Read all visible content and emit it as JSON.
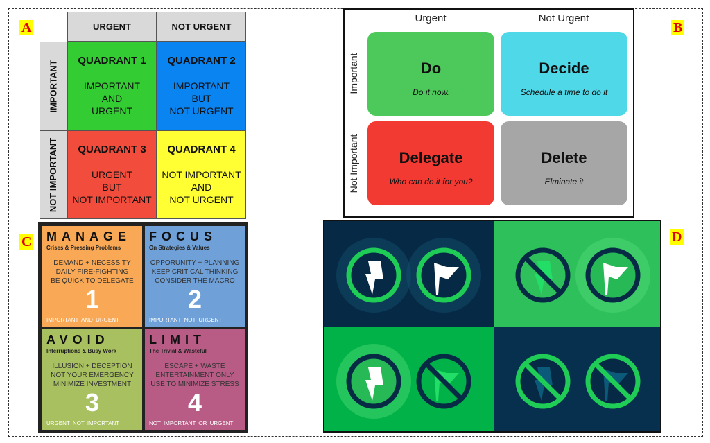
{
  "labels": {
    "a": "A",
    "b": "B",
    "c": "C",
    "d": "D"
  },
  "panel_a": {
    "col_headers": [
      "URGENT",
      "NOT URGENT"
    ],
    "row_headers": [
      "IMPORTANT",
      "NOT IMPORTANT"
    ],
    "quadrants": [
      {
        "title": "QUADRANT 1",
        "text": "IMPORTANT\nAND\nURGENT",
        "color": "#33cc33"
      },
      {
        "title": "QUADRANT 2",
        "text": "IMPORTANT\nBUT\nNOT URGENT",
        "color": "#0a84f0"
      },
      {
        "title": "QUADRANT 3",
        "text": "URGENT\nBUT\nNOT IMPORTANT",
        "color": "#f24c3c"
      },
      {
        "title": "QUADRANT 4",
        "text": "NOT IMPORTANT\nAND\nNOT URGENT",
        "color": "#ffff33"
      }
    ]
  },
  "panel_b": {
    "col_headers": [
      "Urgent",
      "Not Urgent"
    ],
    "row_headers": [
      "Important",
      "Not Important"
    ],
    "cards": [
      {
        "title": "Do",
        "subtitle": "Do it now.",
        "color": "#4cc95a"
      },
      {
        "title": "Decide",
        "subtitle": "Schedule a time to do it",
        "color": "#4fd8e8"
      },
      {
        "title": "Delegate",
        "subtitle": "Who can do it for you?",
        "color": "#f23a33"
      },
      {
        "title": "Delete",
        "subtitle": "Elminate it",
        "color": "#a6a6a6"
      }
    ]
  },
  "panel_c": {
    "quadrants": [
      {
        "number": "1",
        "title": "MANAGE",
        "subtitle": "Crises & Pressing Problems",
        "body": "DEMAND + NECESSITY\nDAILY FIRE-FIGHTING\nBE QUICK TO DELEGATE",
        "footer": "IMPORTANT AND URGENT",
        "color": "#f9a955"
      },
      {
        "number": "2",
        "title": "FOCUS",
        "subtitle": "On Strategies & Values",
        "body": "OPPORUNITY + PLANNING\nKEEP CRITICAL THINKING\nCONSIDER THE MACRO",
        "footer": "IMPORTANT NOT URGENT",
        "color": "#6fa0d8"
      },
      {
        "number": "3",
        "title": "AVOID",
        "subtitle": "Interruptions & Busy Work",
        "body": "ILLUSION + DECEPTION\nNOT YOUR EMERGENCY\nMINIMIZE INVESTMENT",
        "footer": "URGENT NOT IMPORTANT",
        "color": "#a8c060"
      },
      {
        "number": "4",
        "title": "LIMIT",
        "subtitle": "The Trivial & Wasteful",
        "body": "ESCAPE + WASTE\nENTERTAINMENT ONLY\nUSE TO MINIMIZE STRESS",
        "footer": "NOT IMPORTANT OR URGENT",
        "color": "#b85c86"
      }
    ]
  },
  "panel_d": {
    "quadrants": [
      {
        "bg": "#062a45",
        "icons": [
          {
            "type": "lightning-icon",
            "crossed": false
          },
          {
            "type": "flag-icon",
            "crossed": false
          }
        ]
      },
      {
        "bg": "#2ec05a",
        "icons": [
          {
            "type": "lightning-icon",
            "crossed": true
          },
          {
            "type": "flag-icon",
            "crossed": false
          }
        ]
      },
      {
        "bg": "#00b247",
        "icons": [
          {
            "type": "lightning-icon",
            "crossed": false
          },
          {
            "type": "flag-icon",
            "crossed": true
          }
        ]
      },
      {
        "bg": "#06304d",
        "icons": [
          {
            "type": "lightning-icon",
            "crossed": true
          },
          {
            "type": "flag-icon",
            "crossed": true
          }
        ]
      }
    ],
    "colors": {
      "green": "#1fcc55",
      "navy": "#082b45"
    }
  }
}
